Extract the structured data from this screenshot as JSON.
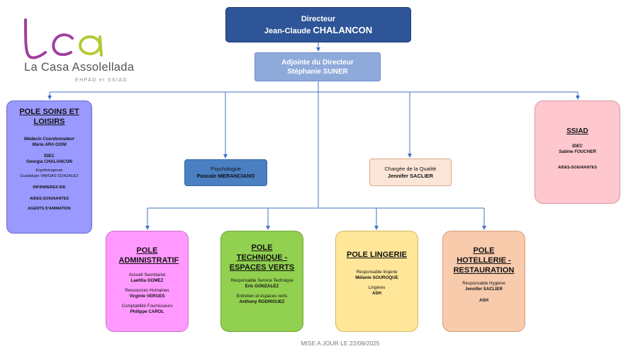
{
  "colors": {
    "director": "#2e5597",
    "deputy": "#8eaadb",
    "connector": "#4472c4"
  },
  "logo": {
    "mark_icon": "lca-logo-icon",
    "name": "La Casa Assolellada",
    "subtitle": "EHPAD et SSIAD"
  },
  "director": {
    "role": "Directeur",
    "name_first": "Jean-Claude",
    "name_last": "CHALANCON"
  },
  "deputy": {
    "role": "Adjointe du Directeur",
    "name": "Stéphanie SUNER"
  },
  "psychologist": {
    "role": "Psychologue",
    "name": "Pascale MERANCIANO"
  },
  "quality": {
    "role": "Chargée de la Qualité",
    "name": "Jennifer SACLIER"
  },
  "pole_soins": {
    "title": "POLE SOINS ET LOISIRS",
    "medecin_role": "Médecin Coordonnateur",
    "medecin_name": "Maria ARA GONI",
    "idec_role": "IDEC",
    "idec_name": "Georgia CHALANCON",
    "ergo_role": "Ergothérapeute",
    "ergo_name": "Guadalupe VARGAS GONZALEZ",
    "infirmieres": "INFIRMIERES IDE",
    "aides": "AIDES-SOIGNANTES",
    "agents": "AGENTS D'ANIMATION"
  },
  "ssiad": {
    "title": "SSIAD",
    "idec_role": "IDEC",
    "idec_name": "Sabine FOUCHER",
    "aides": "AIDES-SOIGNANTES"
  },
  "pole_admin": {
    "title": "POLE ADMINISTRATIF",
    "s1_role": "Accueil Secrétariat",
    "s1_name": "Laetitia GOMEZ",
    "s2_role": "Ressources Humaines",
    "s2_name": "Virginie VERGES",
    "s3_role": "Comptabilité Fournisseurs",
    "s3_name": "Philippe CAROL"
  },
  "pole_tech": {
    "title": "POLE TECHNIQUE - ESPACES VERTS",
    "s1_role": "Responsable Service Technique",
    "s1_name": "Eric GONZALEZ",
    "s2_role": "Entretien et espaces verts",
    "s2_name": "Anthony RODRIGUEZ"
  },
  "pole_lingerie": {
    "title": "POLE LINGERIE",
    "s1_role": "Responsable lingerie",
    "s1_name": "Mélanie SOUROQUE",
    "s2_role": "Lingères",
    "s2_name": "ASH"
  },
  "pole_hotel": {
    "title": "POLE HOTELLERIE - RESTAURATION",
    "s1_role": "Responsable Hygiène",
    "s1_name": "Jennifer SACLIER",
    "s2_name": "ASH"
  },
  "footer": "MISE A JOUR LE 22/08/2025"
}
